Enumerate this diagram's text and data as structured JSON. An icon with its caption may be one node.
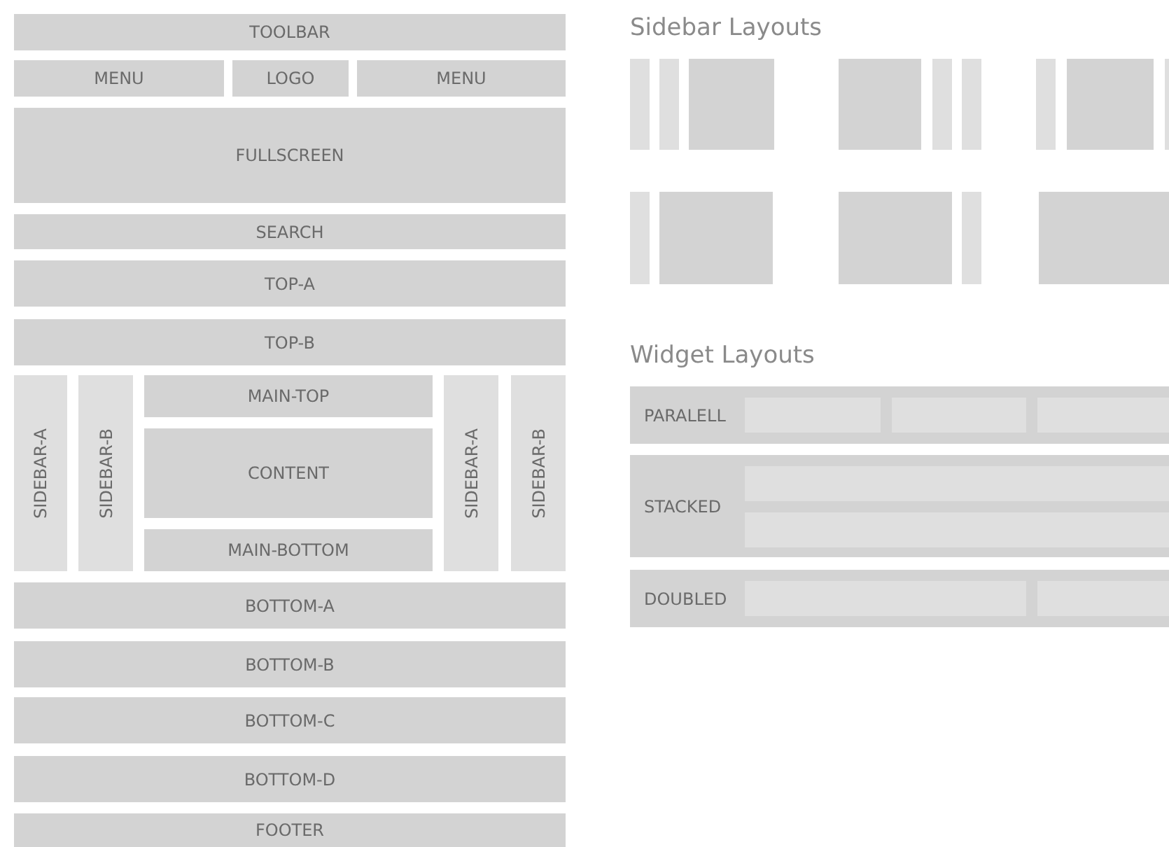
{
  "diagram": {
    "nodes": [
      {
        "text": [
          "TOOLBAR"
        ]
      },
      {
        "text": [
          "MENU"
        ]
      },
      {
        "text": [
          "LOGO"
        ]
      },
      {
        "text": [
          "MENU"
        ]
      },
      {
        "text": [
          "FULLSCREEN"
        ]
      },
      {
        "text": [
          "SEARCH"
        ]
      },
      {
        "text": [
          "TOP-A"
        ]
      },
      {
        "text": [
          "TOP-B"
        ]
      },
      {
        "text": [
          "SIDEBAR-A"
        ]
      },
      {
        "text": [
          "SIDEBAR-B"
        ]
      },
      {
        "text": [
          "MAIN-TOP"
        ]
      },
      {
        "text": [
          "CONTENT"
        ]
      },
      {
        "text": [
          "MAIN-BOTTOM"
        ]
      },
      {
        "text": [
          "SIDEBAR-A"
        ]
      },
      {
        "text": [
          "SIDEBAR-B"
        ]
      },
      {
        "text": [
          "BOTTOM-A"
        ]
      },
      {
        "text": [
          "BOTTOM-B"
        ]
      },
      {
        "text": [
          "BOTTOM-C"
        ]
      },
      {
        "text": [
          "BOTTOM-D"
        ]
      },
      {
        "text": [
          "FOOTER"
        ]
      },
      {
        "text": [],
        "shape": "box"
      },
      {
        "text": [],
        "shape": "box"
      },
      {
        "text": [],
        "shape": "box"
      },
      {
        "text": [],
        "shape": "box"
      },
      {
        "text": [],
        "shape": "box"
      },
      {
        "text": [],
        "shape": "box"
      },
      {
        "text": [],
        "shape": "box"
      },
      {
        "text": [],
        "shape": "box"
      },
      {
        "text": [],
        "shape": "box"
      },
      {
        "text": [],
        "shape": "box"
      },
      {
        "text": [],
        "shape": "box"
      },
      {
        "text": [],
        "shape": "box"
      },
      {
        "text": [],
        "shape": "box"
      },
      {
        "text": [],
        "shape": "box"
      },
      {
        "text": [
          "PARALELL"
        ]
      },
      {
        "text": [],
        "shape": "box",
        "in": 34
      },
      {
        "text": [],
        "shape": "box",
        "in": 34
      },
      {
        "text": [],
        "shape": "box",
        "in": 34
      },
      {
        "text": [
          "STACKED"
        ]
      },
      {
        "text": [],
        "shape": "box",
        "in": 38
      },
      {
        "text": [],
        "shape": "box",
        "in": 38
      },
      {
        "text": [
          "DOUBLED"
        ]
      },
      {
        "text": [],
        "shape": "box",
        "in": 41
      },
      {
        "text": [],
        "shape": "box",
        "in": 41
      }
    ],
    "labels": [
      "Sidebar Layouts",
      "Widget Layouts"
    ]
  }
}
